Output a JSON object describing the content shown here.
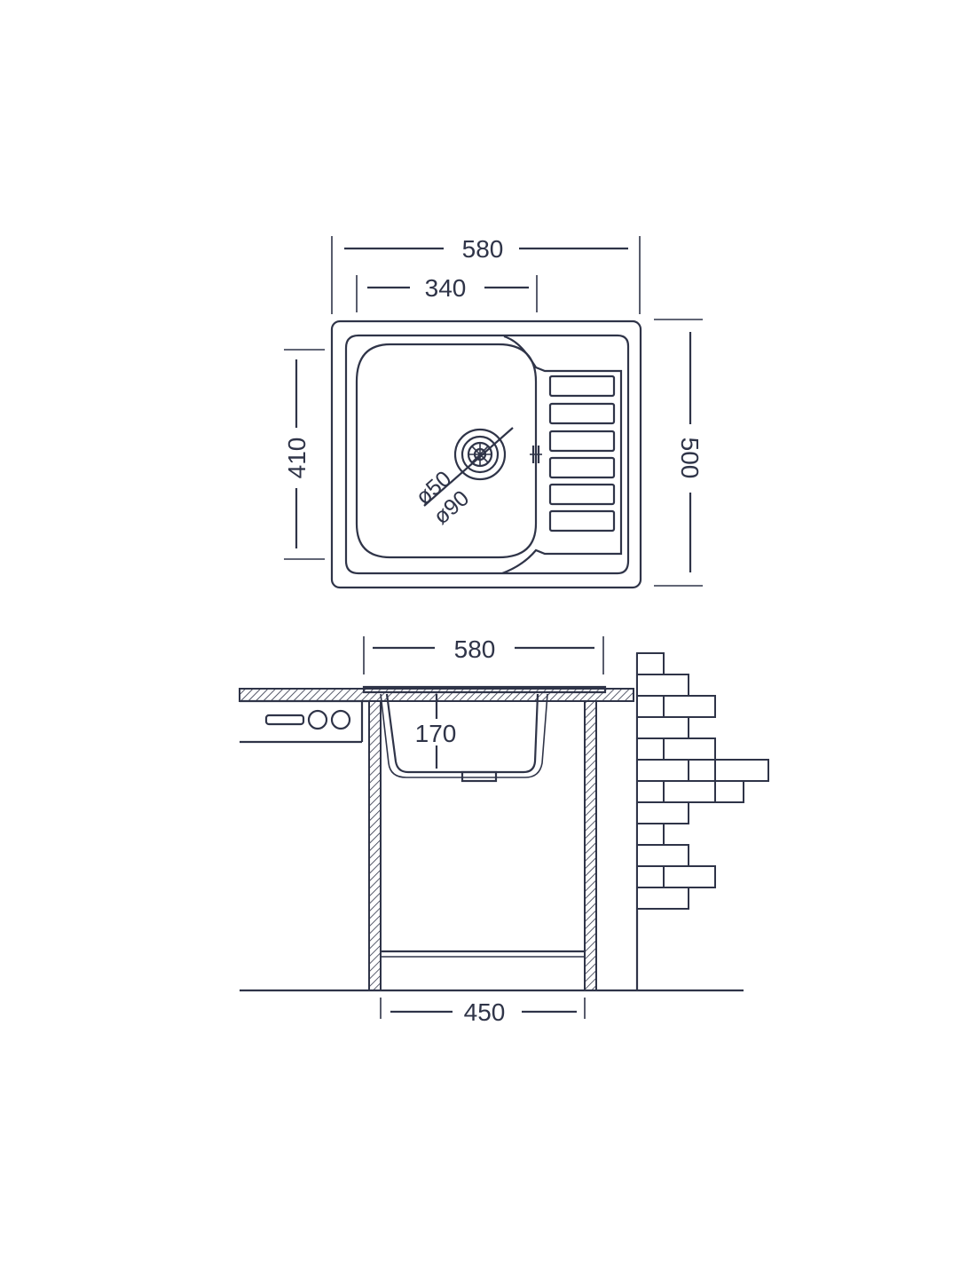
{
  "top_view": {
    "width_label": "580",
    "bowl_width_label": "340",
    "depth_label": "500",
    "bowl_depth_label": "410",
    "drain_inner_label": "ø50",
    "drain_outer_label": "ø90"
  },
  "section_view": {
    "width_label": "580",
    "bowl_height_label": "170",
    "cabinet_width_label": "450"
  },
  "colors": {
    "line": "#2f3448",
    "background": "#ffffff"
  }
}
